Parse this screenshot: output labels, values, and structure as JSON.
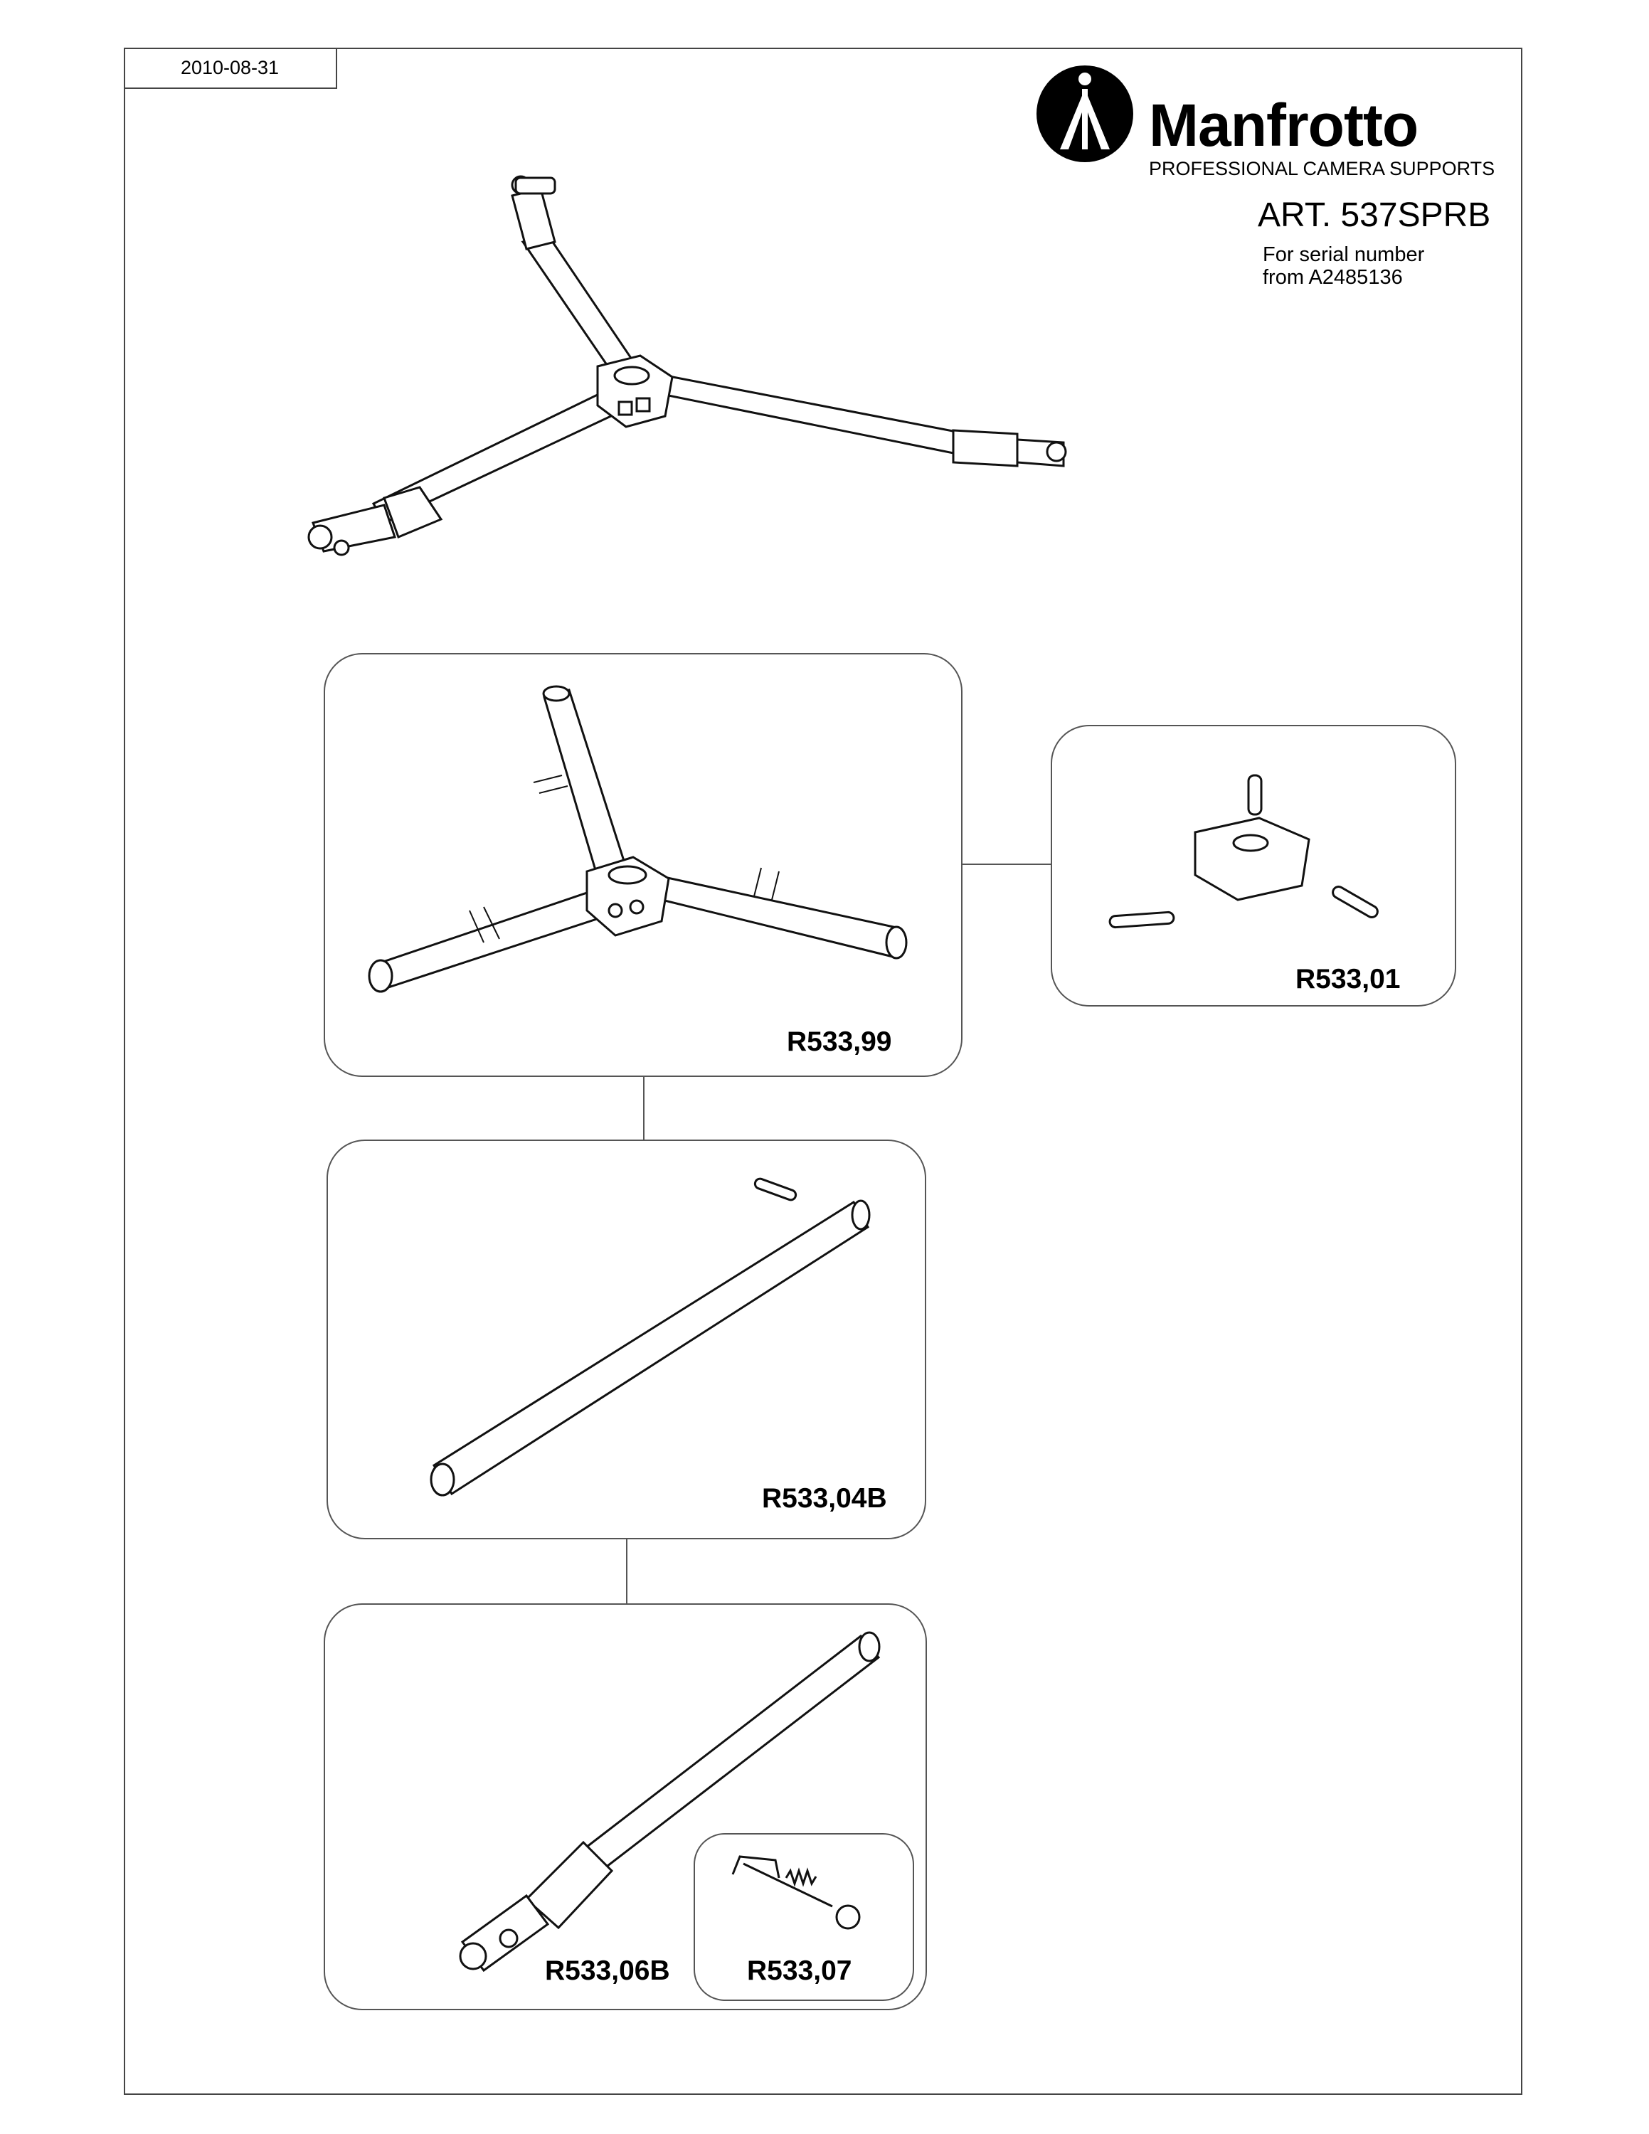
{
  "header": {
    "date": "2010-08-31",
    "brand": "Manfrotto",
    "tagline": "PROFESSIONAL CAMERA SUPPORTS",
    "article": "ART. 537SPRB",
    "serial_line1": "For serial number",
    "serial_line2": "from A2485136"
  },
  "parts": [
    {
      "code": "R533,99"
    },
    {
      "code": "R533,01"
    },
    {
      "code": "R533,04B"
    },
    {
      "code": "R533,06B"
    },
    {
      "code": "R533,07"
    }
  ],
  "icons": {
    "logo": "manfrotto-tripod-logo-icon"
  }
}
